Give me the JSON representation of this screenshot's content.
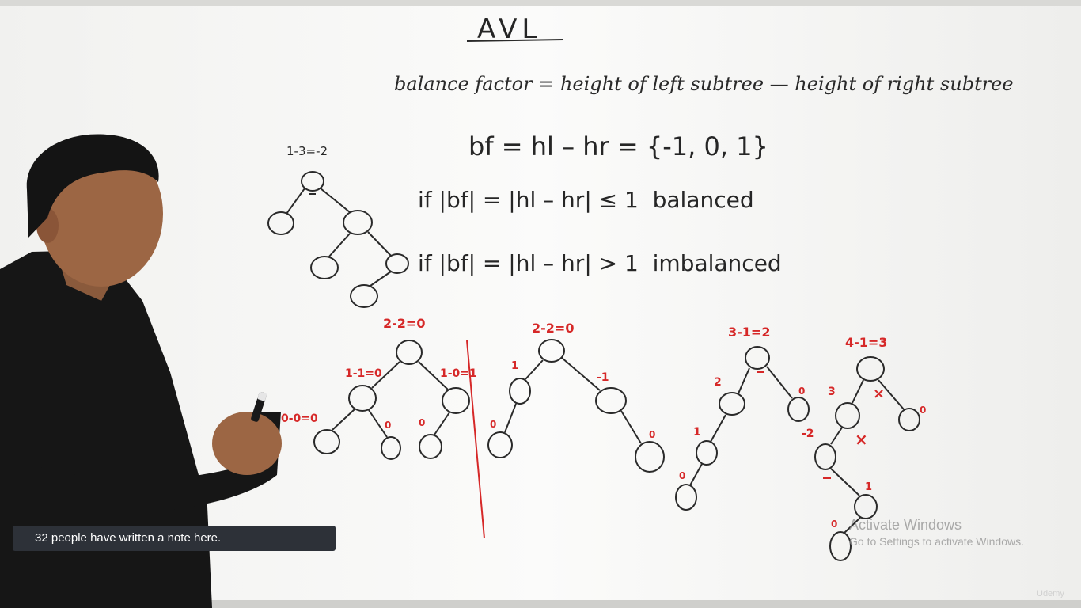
{
  "note_banner": {
    "text": "32 people have written a note here."
  },
  "board": {
    "title": "AVL",
    "definition": "balance factor = height of left subtree — height of right subtree",
    "formula": "bf = hl – hr = {-1, 0, 1}",
    "rule_balanced": "if |bf| = |hl – hr| ≤ 1  balanced",
    "rule_imbalanced": "if |bf| = |hl – hr| > 1  imbalanced",
    "example_root_calc": "1-3=-2",
    "tree1": {
      "root": "2-2=0",
      "left": "1-1=0",
      "right": "1-0=1",
      "left_left": "0-0=0",
      "left_right": "0",
      "right_left": "0"
    },
    "tree2": {
      "root": "2-2=0",
      "left": "1",
      "right": "-1",
      "left_left": "0",
      "right_right": "0"
    },
    "tree3": {
      "root": "3-1=2",
      "left": "2",
      "right": "0",
      "left_left": "1",
      "left_left_left": "0"
    },
    "tree4": {
      "root": "4-1=3",
      "left": "3",
      "right": "0",
      "left_left": "-2",
      "left_left_right": "1",
      "left_left_right_left": "0",
      "mark": "×"
    }
  },
  "watermark": {
    "title": "Activate Windows",
    "subtitle": "Go to Settings to activate Windows."
  },
  "logo_text": "Udemy"
}
